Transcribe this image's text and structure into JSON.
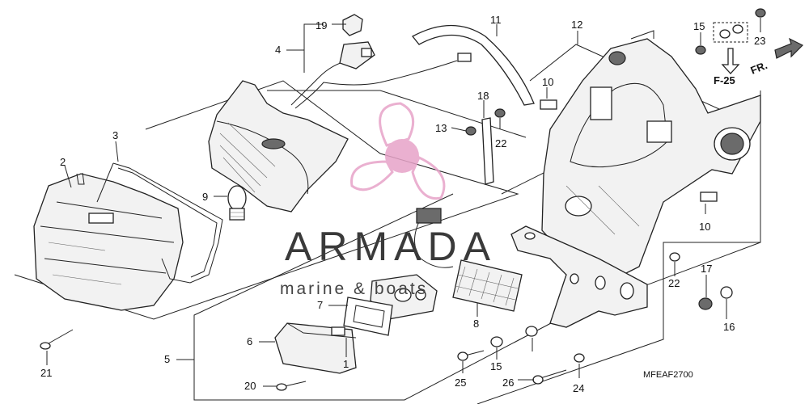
{
  "callouts": {
    "c1": "1",
    "c2": "2",
    "c3": "3",
    "c4": "4",
    "c5": "5",
    "c6": "6",
    "c7": "7",
    "c8": "8",
    "c9": "9",
    "c10a": "10",
    "c10b": "10",
    "c11": "11",
    "c12": "12",
    "c13": "13",
    "c15a": "15",
    "c15b": "15",
    "c16": "16",
    "c17": "17",
    "c18": "18",
    "c19": "19",
    "c20": "20",
    "c21": "21",
    "c22a": "22",
    "c22b": "22",
    "c23": "23",
    "c24": "24",
    "c25": "25",
    "c26": "26"
  },
  "reference": {
    "label": "F-25"
  },
  "direction": {
    "label": "FR."
  },
  "diagram_code": "MFEAF2700",
  "watermark": {
    "brand": "ARMADA",
    "tagline": "marine & boats"
  },
  "colors": {
    "line": "#222222",
    "watermark_logo": "#e7a3c8",
    "watermark_text": "#3a3a3a"
  }
}
